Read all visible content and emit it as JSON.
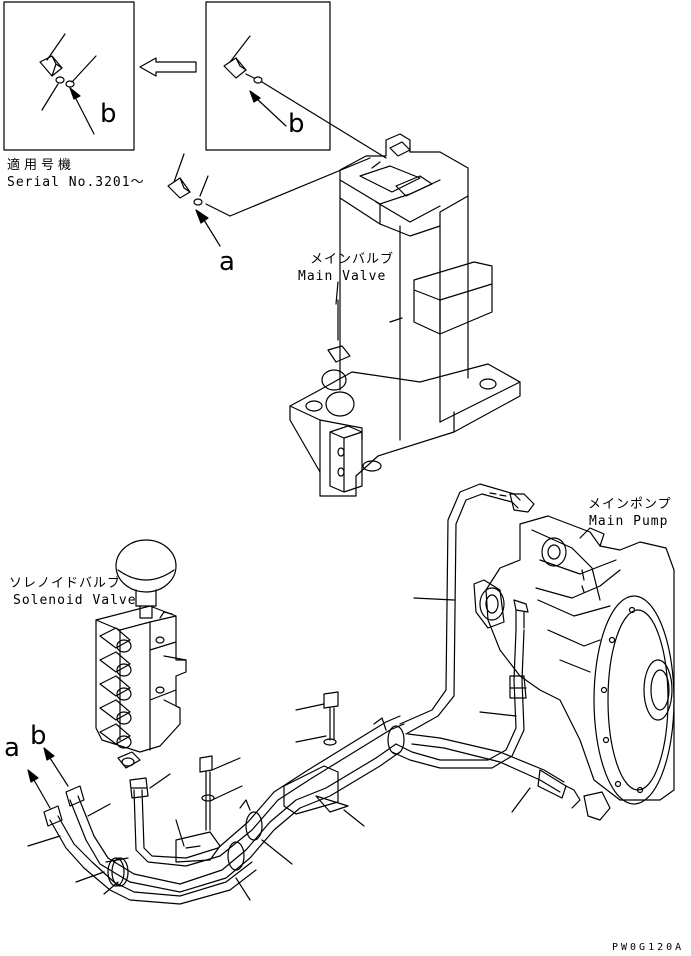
{
  "callouts": {
    "a_main": "a",
    "b_detail_left": "b",
    "b_detail_right": "b",
    "a_hose": "a",
    "b_hose": "b"
  },
  "serial": {
    "jp": "適用号機",
    "en": "Serial No.3201～"
  },
  "main_valve": {
    "jp": "メインバルブ",
    "en": "Main Valve"
  },
  "main_pump": {
    "jp": "メインポンプ",
    "en": "Main Pump"
  },
  "solenoid_valve": {
    "jp": "ソレノイドバルブ",
    "en": "Solenoid Valve"
  },
  "drawing_code": "PW0G120A"
}
